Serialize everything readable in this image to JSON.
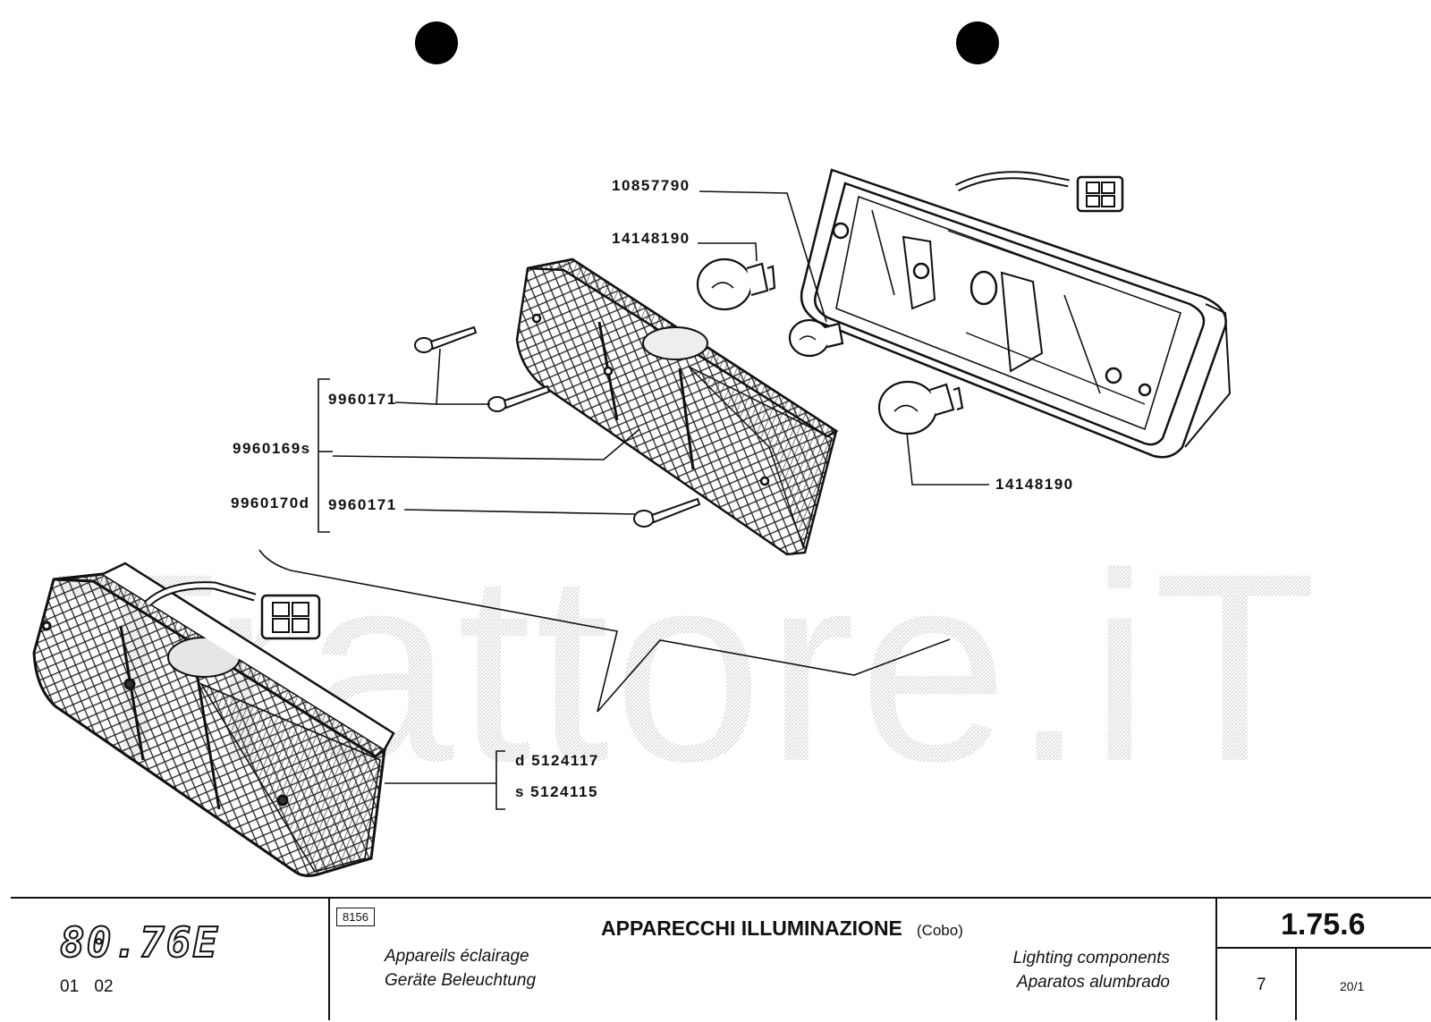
{
  "watermark": {
    "text": "Trattore.iT",
    "color": "#d6d6d6"
  },
  "callouts": {
    "bulb_small_top": "10857790",
    "bulb_stop_top": "14148190",
    "screw_upper": "9960171",
    "lens_left": "9960169s",
    "lens_right": "9960170d",
    "screw_lower": "9960171",
    "bulb_stop_right": "14148190",
    "assembly_right": "d 5124117",
    "assembly_left": "s 5124115"
  },
  "title_block": {
    "model": "80.76E",
    "versions": "01  02",
    "code": "8156",
    "title_it": "APPARECCHI ILLUMINAZIONE",
    "brand": "(Cobo)",
    "title_fr": "Appareils éclairage",
    "title_de": "Geräte Beleuchtung",
    "title_en": "Lighting components",
    "title_es": "Aparatos alumbrado",
    "page_number": "1.75.6",
    "sheet": "7",
    "date": "20/1"
  }
}
